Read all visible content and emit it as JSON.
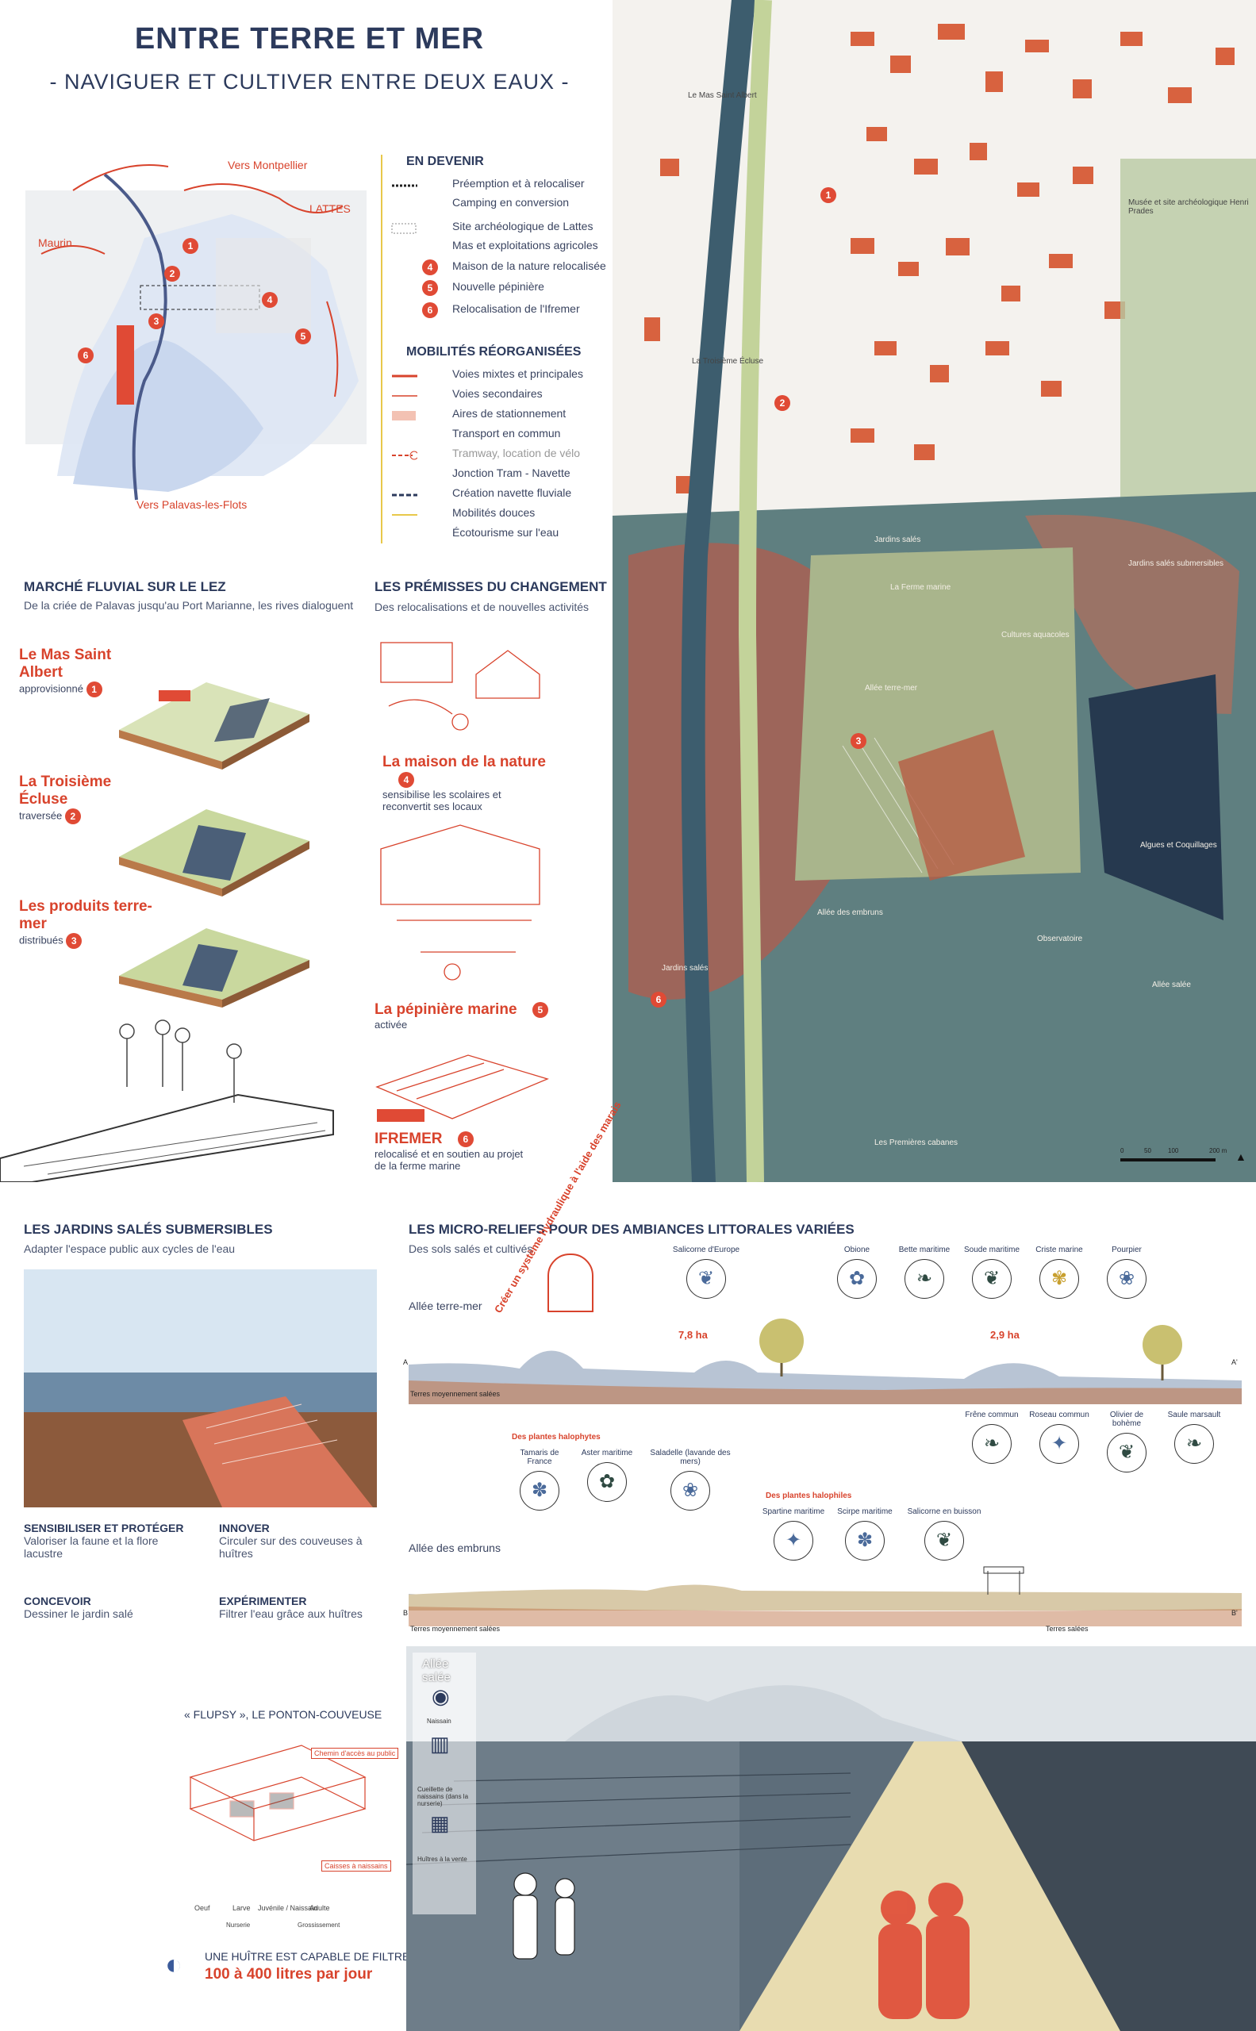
{
  "header": {
    "title": "ENTRE TERRE ET MER",
    "subtitle": "- NAVIGUER ET CULTIVER ENTRE DEUX EAUX -"
  },
  "minimap": {
    "labels": {
      "montpellier": "Vers Montpellier",
      "lattes": "LATTES",
      "maurin": "Maurin",
      "palavas": "Vers Palavas-les-Flots"
    },
    "markers": [
      "1",
      "2",
      "3",
      "4",
      "5",
      "6"
    ]
  },
  "legend": {
    "devenir_title": "EN DEVENIR",
    "devenir": [
      "Préemption et à relocaliser",
      "Camping en conversion",
      "Site archéologique de Lattes",
      "Mas et exploitations agricoles",
      "Maison de la nature relocalisée",
      "Nouvelle pépinière",
      "Relocalisation de l'Ifremer"
    ],
    "devenir_nums": [
      "4",
      "5",
      "6"
    ],
    "mobilites_title": "MOBILITÉS RÉORGANISÉES",
    "mobilites": [
      "Voies mixtes et principales",
      "Voies secondaires",
      "Aires de stationnement",
      "Transport en commun",
      "Tramway, location de vélo",
      "Jonction Tram - Navette",
      "Création navette fluviale",
      "Mobilités douces",
      "Écotourisme sur l'eau"
    ]
  },
  "marche": {
    "title": "MARCHÉ FLUVIAL SUR LE LEZ",
    "subtitle": "De la criée de Palavas jusqu'au Port Marianne, les rives dialoguent",
    "items": [
      {
        "name": "Le Mas Saint Albert",
        "desc": "approvisionné",
        "num": "1"
      },
      {
        "name": "La Troisième Écluse",
        "desc": "traversée",
        "num": "2"
      },
      {
        "name": "Les produits terre-mer",
        "desc": "distribués",
        "num": "3"
      }
    ]
  },
  "premisses": {
    "title": "LES PRÉMISSES DU CHANGEMENT",
    "subtitle": "Des relocalisations et de nouvelles activités",
    "items": [
      {
        "name": "La maison de la nature",
        "num": "4",
        "desc": "sensibilise les scolaires et reconvertit ses locaux"
      },
      {
        "name": "La pépinière marine",
        "num": "5",
        "desc": "activée"
      },
      {
        "name": "IFREMER",
        "num": "6",
        "desc": "relocalisé et en soutien au projet de la ferme marine"
      }
    ]
  },
  "bigmap": {
    "labels": [
      "Le Mas Saint Albert",
      "La Troisième Écluse",
      "Musée et site archéologique Henri Prades",
      "Jardins salés",
      "La Ferme marine",
      "Jardins salés submersibles",
      "Allée terre-mer",
      "Cultures aquacoles",
      "Observatoire",
      "Algues et Coquillages",
      "Allée des embruns",
      "Allée salée",
      "Jardins salés",
      "Les Premières cabanes"
    ],
    "markers": [
      "1",
      "2",
      "3",
      "6"
    ],
    "scale": [
      "0",
      "50",
      "100",
      "200 m"
    ]
  },
  "jardins": {
    "title": "LES JARDINS SALÉS SUBMERSIBLES",
    "subtitle": "Adapter l'espace public aux cycles de l'eau",
    "blocks": [
      {
        "h": "SENSIBILISER ET PROTÉGER",
        "s": "Valoriser la faune et la flore lacustre"
      },
      {
        "h": "INNOVER",
        "s": "Circuler sur des couveuses à huîtres"
      },
      {
        "h": "CONCEVOIR",
        "s": "Dessiner le jardin salé"
      },
      {
        "h": "EXPÉRIMENTER",
        "s": "Filtrer l'eau grâce aux huîtres"
      }
    ]
  },
  "flupsy": {
    "title": "« FLUPSY », LE PONTON-COUVEUSE",
    "label1": "Chemin d'accès au public",
    "label2": "Caisses à naissains",
    "stages": [
      "Oeuf",
      "Larve",
      "Juvénile / Naissain",
      "Adulte"
    ],
    "stage_groups": [
      "Nurserie",
      "Grossissement"
    ],
    "fact1": "UNE HUÎTRE EST CAPABLE DE FILTRER",
    "fact2": "100 à 400 litres par jour"
  },
  "micro": {
    "title": "LES MICRO-RELIEFS POUR DES AMBIANCES LITTORALES VARIÉES",
    "subtitle": "Des sols salés et cultivés",
    "allee1": "Allée terre-mer",
    "allee2": "Allée des embruns",
    "plants_top": [
      "Salicorne d'Europe",
      "Obione",
      "Bette maritime",
      "Soude maritime",
      "Criste marine",
      "Pourpier"
    ],
    "plants_mid": [
      "Frêne commun",
      "Roseau commun",
      "Olivier de bohème",
      "Saule marsault"
    ],
    "halo1": "Des plantes halophytes",
    "plants_halo1": [
      "Tamaris de France",
      "Aster maritime",
      "Saladelle (lavande des mers)"
    ],
    "halo2": "Des plantes halophiles",
    "plants_halo2": [
      "Spartine maritime",
      "Scirpe maritime",
      "Salicorne en buisson"
    ],
    "areas": [
      "7,8 ha",
      "2,9 ha"
    ],
    "vlabel": "Créer un système hydraulique à l'aide des marais",
    "ends": [
      "A",
      "A'",
      "B",
      "B'"
    ],
    "soil": [
      "Terres moyennement salées",
      "Terres moyennement salées",
      "Terres salées"
    ]
  },
  "illustration": {
    "label": "Allée salée",
    "side": [
      "Naissain",
      "Cueillette de naissains (dans la nurserie)",
      "Huîtres à la vente"
    ]
  }
}
